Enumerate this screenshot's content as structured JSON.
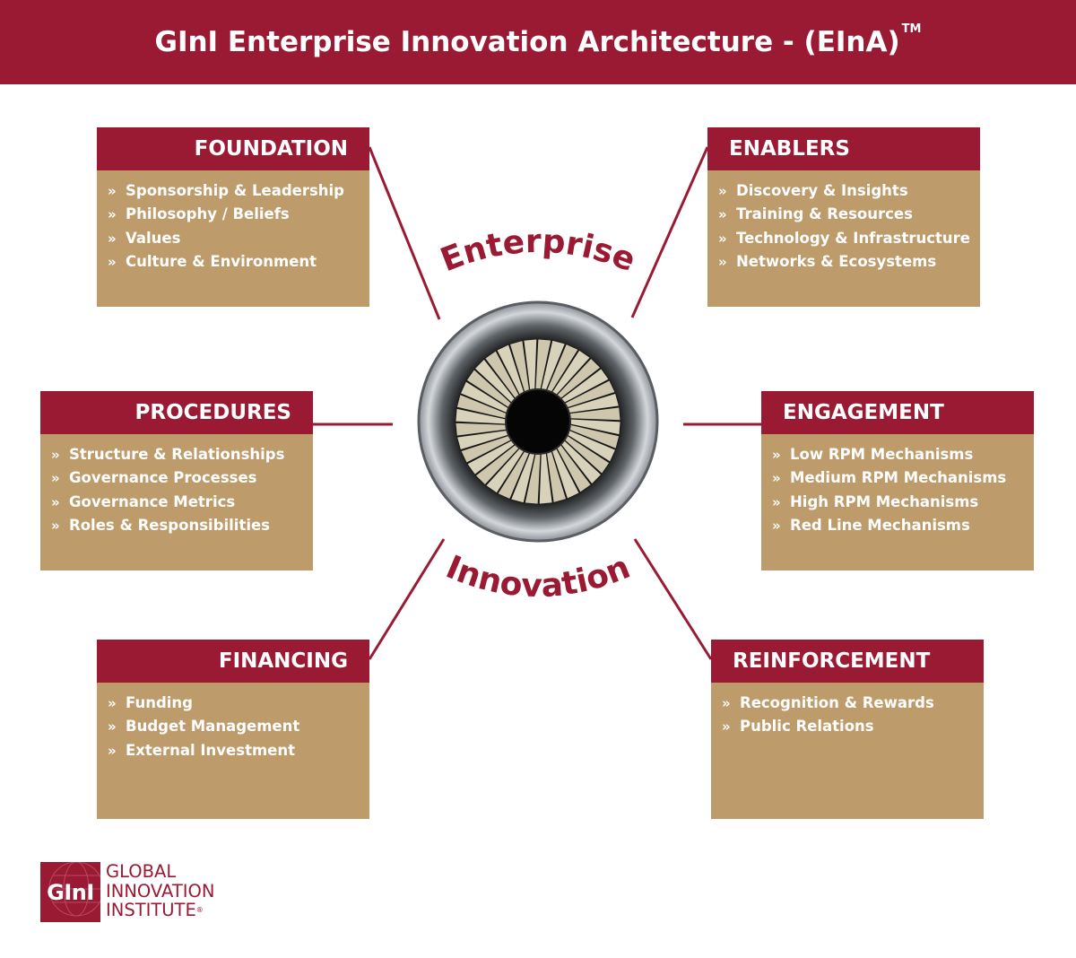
{
  "header": {
    "title": "GInI Enterprise Innovation Architecture - (EInA)",
    "trademark": "TM"
  },
  "colors": {
    "brand": "#9a1a33",
    "tan": "#bd9b6b",
    "white": "#ffffff"
  },
  "hub": {
    "top_label": "Enterprise",
    "bottom_label": "Innovation"
  },
  "boxes": {
    "foundation": {
      "title": "FOUNDATION",
      "items": [
        "Sponsorship & Leadership",
        "Philosophy / Beliefs",
        "Values",
        "Culture & Environment"
      ]
    },
    "enablers": {
      "title": "ENABLERS",
      "items": [
        "Discovery & Insights",
        "Training & Resources",
        "Technology & Infrastructure",
        "Networks & Ecosystems"
      ]
    },
    "procedures": {
      "title": "PROCEDURES",
      "items": [
        "Structure & Relationships",
        "Governance Processes",
        "Governance Metrics",
        "Roles & Responsibilities"
      ]
    },
    "engagement": {
      "title": "ENGAGEMENT",
      "items": [
        "Low RPM Mechanisms",
        "Medium RPM Mechanisms",
        "High RPM Mechanisms",
        "Red Line Mechanisms"
      ]
    },
    "financing": {
      "title": "FINANCING",
      "items": [
        "Funding",
        "Budget Management",
        "External Investment"
      ]
    },
    "reinforcement": {
      "title": "REINFORCEMENT",
      "items": [
        "Recognition & Rewards",
        "Public Relations"
      ]
    }
  },
  "bullet": "»",
  "logo": {
    "mark": "GInI",
    "lines": [
      "GLOBAL",
      "INNOVATION",
      "INSTITUTE"
    ],
    "registered": "®"
  }
}
